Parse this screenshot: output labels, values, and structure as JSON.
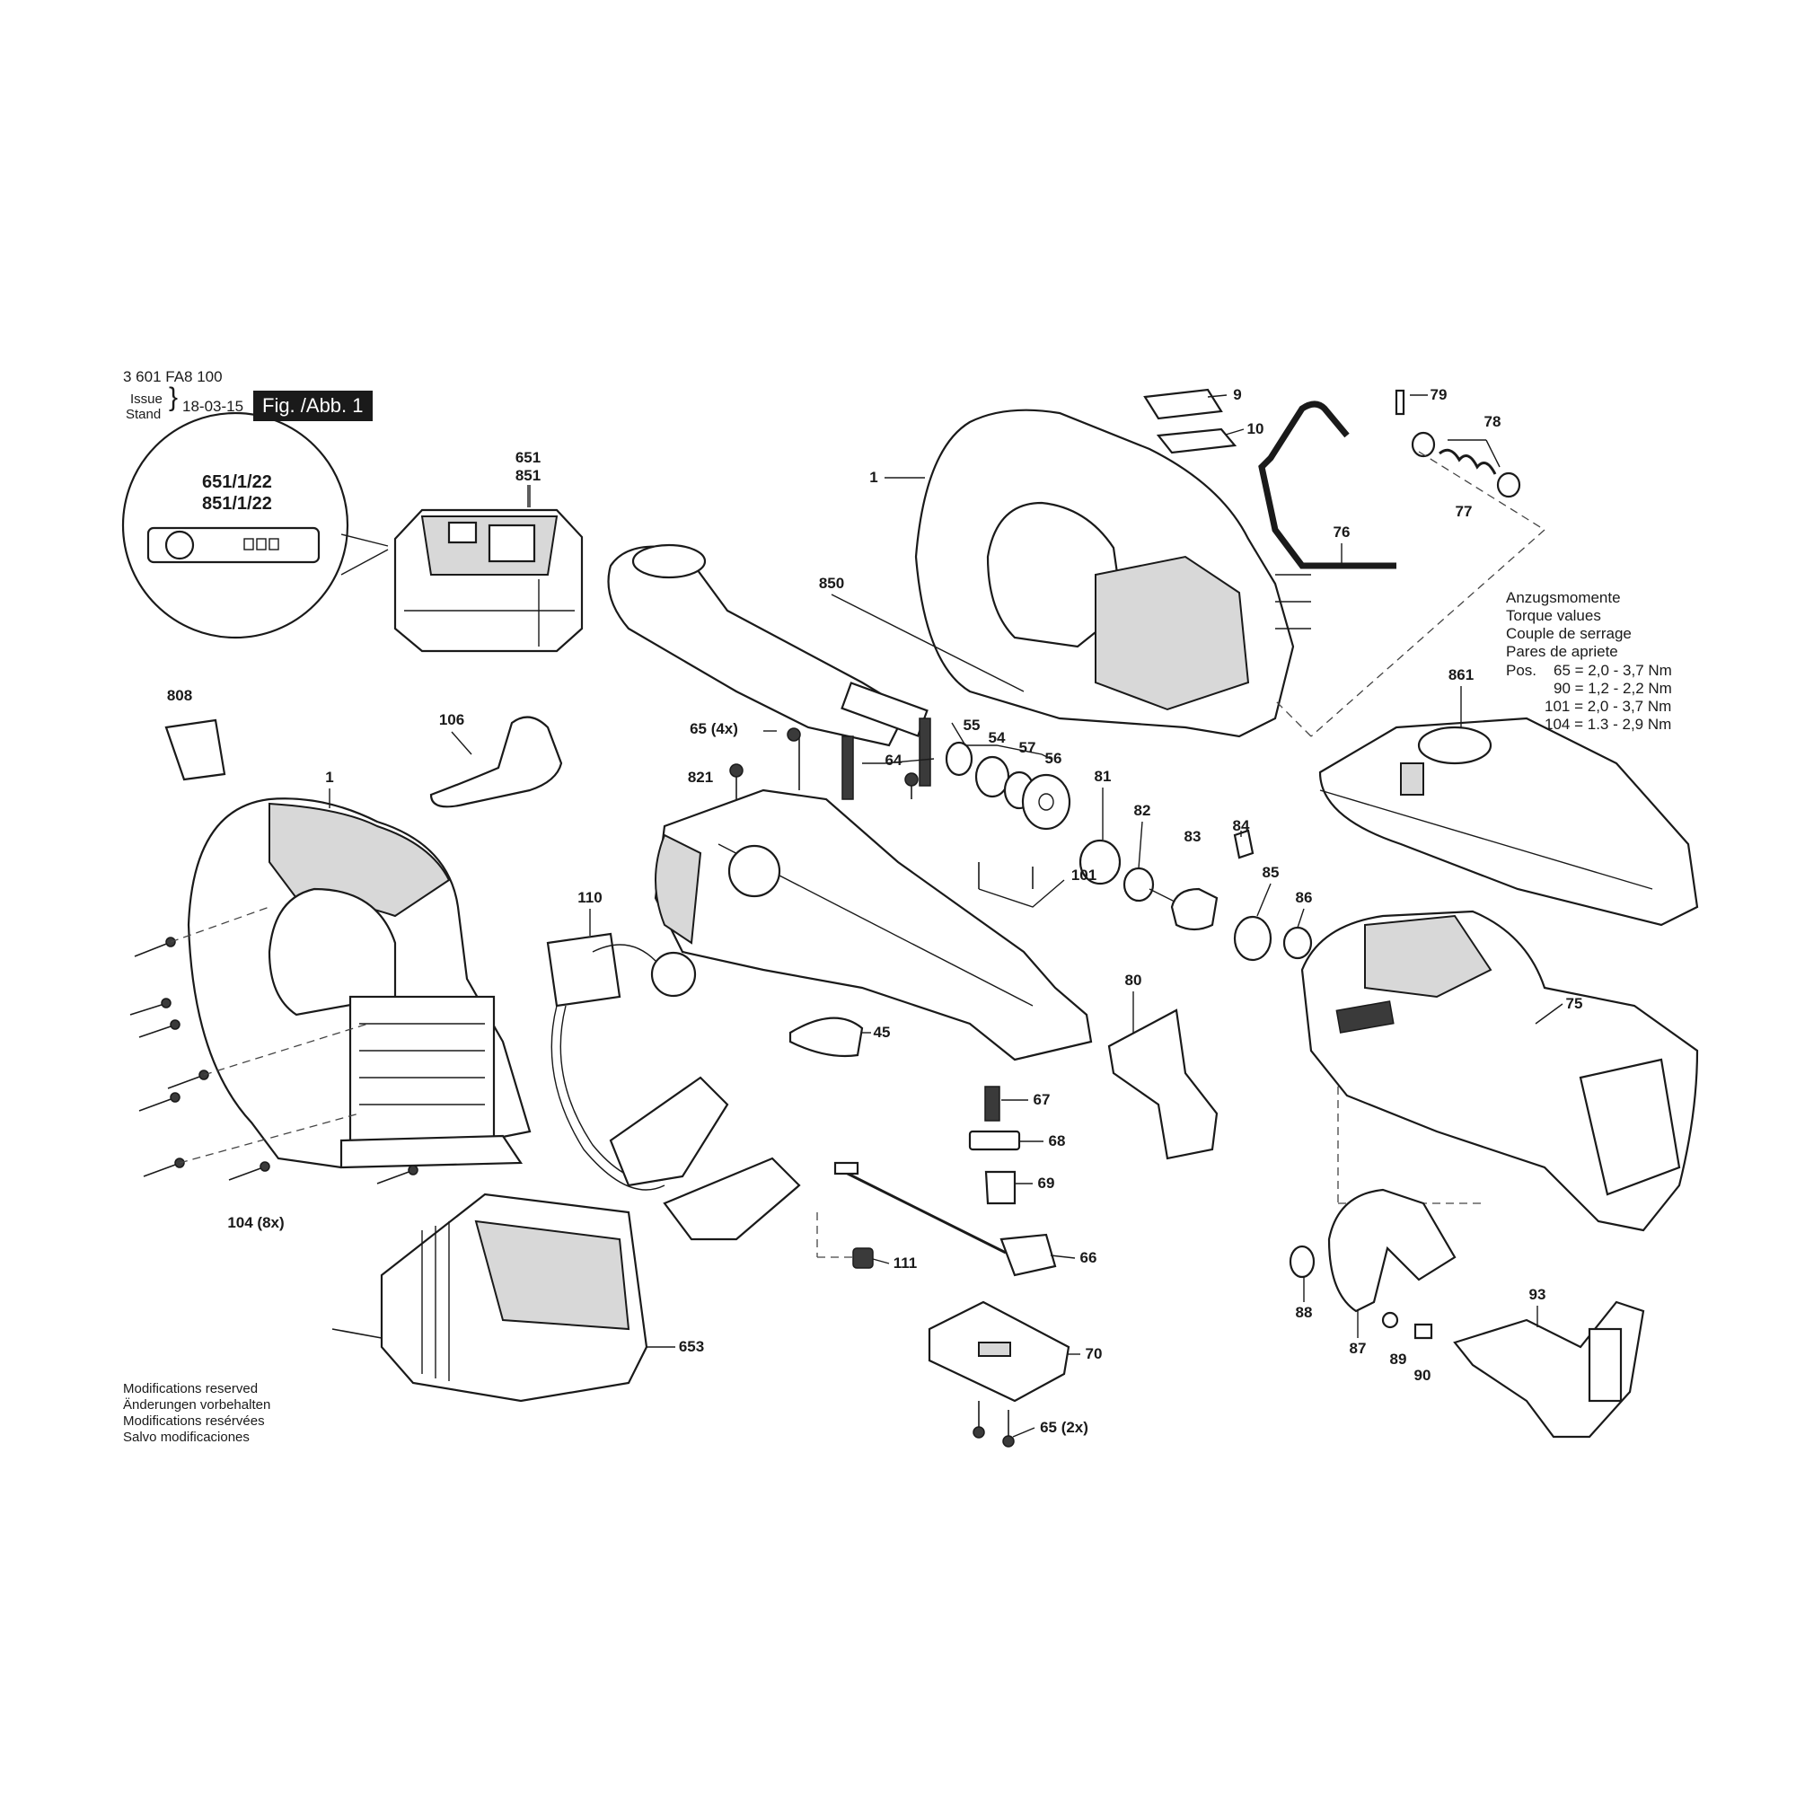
{
  "header": {
    "model_number": "3 601 FA8 100",
    "issue_label_1": "Issue",
    "issue_label_2": "Stand",
    "issue_date": "18-03-15",
    "figure_label": "Fig. /Abb. 1"
  },
  "detail_circle": {
    "line1": "651/1/22",
    "line2": "851/1/22"
  },
  "torque": {
    "lines": [
      "Anzugsmomente",
      "Torque values",
      "Couple de serrage",
      "Pares de apriete"
    ],
    "rows": [
      {
        "pos": "Pos.",
        "num": "65 =",
        "value": "2,0 - 3,7 Nm"
      },
      {
        "pos": "",
        "num": "90 =",
        "value": "1,2 - 2,2 Nm"
      },
      {
        "pos": "",
        "num": "101 =",
        "value": "2,0 - 3,7 Nm"
      },
      {
        "pos": "",
        "num": "104 =",
        "value": "1.3 - 2,9 Nm"
      }
    ]
  },
  "footer": {
    "lines": [
      "Modifications reserved",
      "Änderungen vorbehalten",
      "Modifications resérvées",
      "Salvo modificaciones"
    ]
  },
  "callouts": {
    "c651": "651",
    "c851": "851",
    "c808": "808",
    "c106": "106",
    "c1a": "1",
    "c104": "104 (8x)",
    "c110": "110",
    "c45": "45",
    "c653": "653",
    "c850": "850",
    "c65a": "65 (4x)",
    "c821": "821",
    "c64": "64",
    "c55": "55",
    "c54": "54",
    "c57": "57",
    "c56": "56",
    "c1b": "1",
    "c9": "9",
    "c10": "10",
    "c79": "79",
    "c78": "78",
    "c77": "77",
    "c76": "76",
    "c861": "861",
    "c81": "81",
    "c82": "82",
    "c83": "83",
    "c84": "84",
    "c85": "85",
    "c86": "86",
    "c101": "101",
    "c80": "80",
    "c67": "67",
    "c68": "68",
    "c69": "69",
    "c66": "66",
    "c111": "111",
    "c70": "70",
    "c65b": "65 (2x)",
    "c75": "75",
    "c88": "88",
    "c87": "87",
    "c89": "89",
    "c90": "90",
    "c93": "93"
  }
}
